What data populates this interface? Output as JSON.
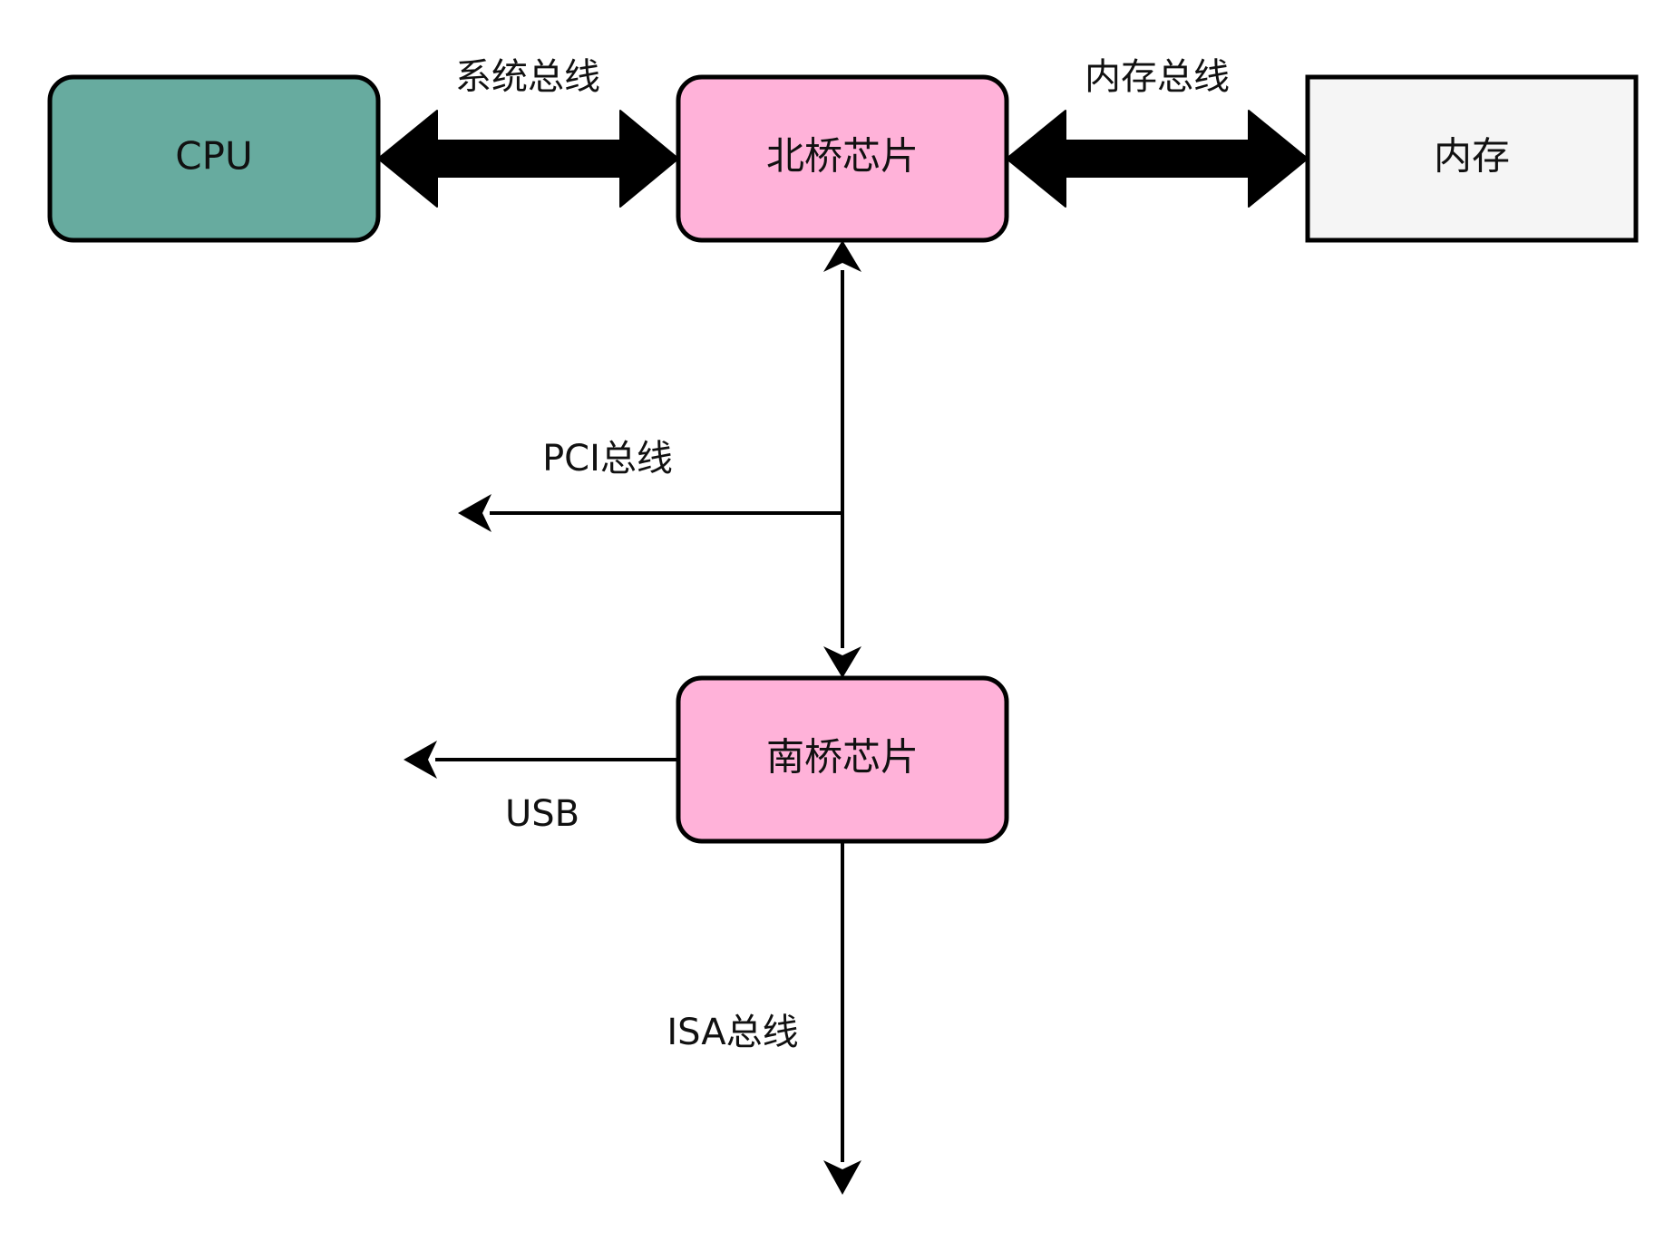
{
  "nodes": {
    "cpu": {
      "label": "CPU",
      "fill": "#67AB9F"
    },
    "northbridge": {
      "label": "北桥芯片",
      "fill": "#FFB2D9"
    },
    "memory": {
      "label": "内存",
      "fill": "#F5F5F5"
    },
    "southbridge": {
      "label": "南桥芯片",
      "fill": "#FFB2D9"
    }
  },
  "edges": {
    "system_bus": {
      "label": "系统总线"
    },
    "memory_bus": {
      "label": "内存总线"
    },
    "pci_bus": {
      "label": "PCI总线"
    },
    "usb": {
      "label": "USB"
    },
    "isa_bus": {
      "label": "ISA总线"
    }
  },
  "colors": {
    "stroke": "#000000",
    "text": "#111111",
    "background": "#FFFFFF"
  }
}
